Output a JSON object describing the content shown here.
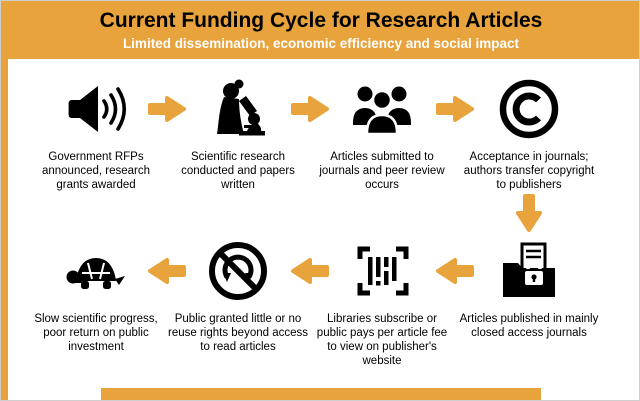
{
  "header": {
    "title": "Current Funding Cycle for Research Articles",
    "subtitle": "Limited dissemination, economic efficiency and social impact"
  },
  "colors": {
    "accent": "#E8A33D",
    "icon": "#000000",
    "title_text": "#000000",
    "subtitle_text": "#FFFFFF"
  },
  "steps": [
    {
      "icon": "megaphone-icon",
      "caption": "Government RFPs announced, research grants awarded"
    },
    {
      "icon": "scientist-microscope-icon",
      "caption": "Scientific research conducted and papers written"
    },
    {
      "icon": "peer-review-group-icon",
      "caption": "Articles submitted to journals and peer review occurs"
    },
    {
      "icon": "copyright-icon",
      "caption": "Acceptance in journals; authors transfer copyright to publishers"
    },
    {
      "icon": "closed-access-folder-lock-icon",
      "caption": "Articles published in mainly closed access journals"
    },
    {
      "icon": "paywall-barcode-icon",
      "caption": "Libraries subscribe or public pays per article fee to view on publisher's website"
    },
    {
      "icon": "no-reuse-icon",
      "caption": "Public granted little or no reuse rights beyond access to read articles"
    },
    {
      "icon": "turtle-icon",
      "caption": "Slow scientific progress, poor return on public investment"
    }
  ]
}
